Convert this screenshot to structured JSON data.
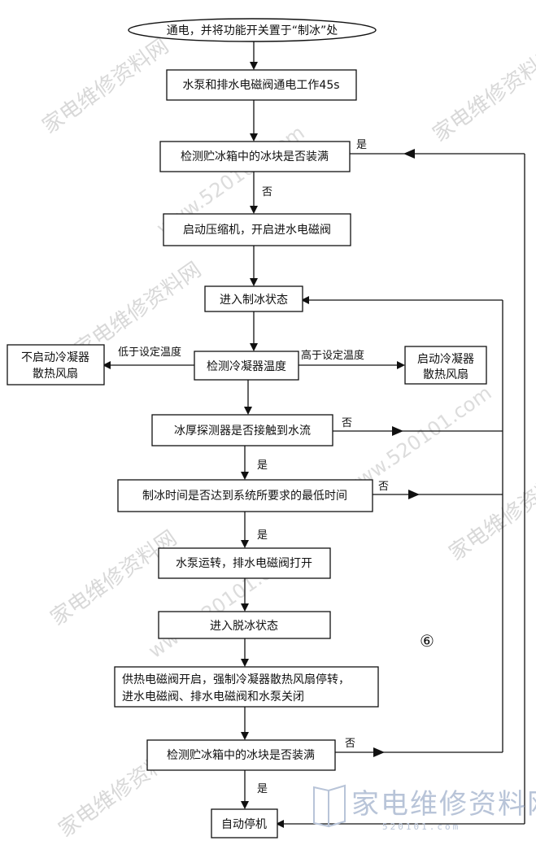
{
  "steps": {
    "start": "通电，并将功能开关置于“制冰”处",
    "s1": "水泵和排水电磁阀通电工作45s",
    "s2": "检测贮冰箱中的冰块是否装满",
    "s3": "启动压缩机，开启进水电磁阀",
    "s4": "进入制冰状态",
    "s5": "检测冷凝器温度",
    "s5_left": [
      "不启动冷凝器",
      "散热风扇"
    ],
    "s5_right": [
      "启动冷凝器",
      "散热风扇"
    ],
    "s6": "冰厚探测器是否接触到水流",
    "s7": "制冰时间是否达到系统所要求的最低时间",
    "s8": "水泵运转，排水电磁阀打开",
    "s9": "进入脱冰状态",
    "s10": [
      "供热电磁阀开启，强制冷凝器散热风扇停转，",
      "进水电磁阀、排水电磁阀和水泵关闭"
    ],
    "s11": "检测贮冰箱中的冰块是否装满",
    "end": "自动停机"
  },
  "labels": {
    "yes": "是",
    "no": "否",
    "low": "低于设定温度",
    "high": "高于设定温度"
  },
  "figure_number": "⑥",
  "watermark": {
    "text": "家电维修资料网",
    "url": "www.520101.com"
  },
  "logo": {
    "text": "家电维修资料网",
    "sub": "520101.com"
  }
}
